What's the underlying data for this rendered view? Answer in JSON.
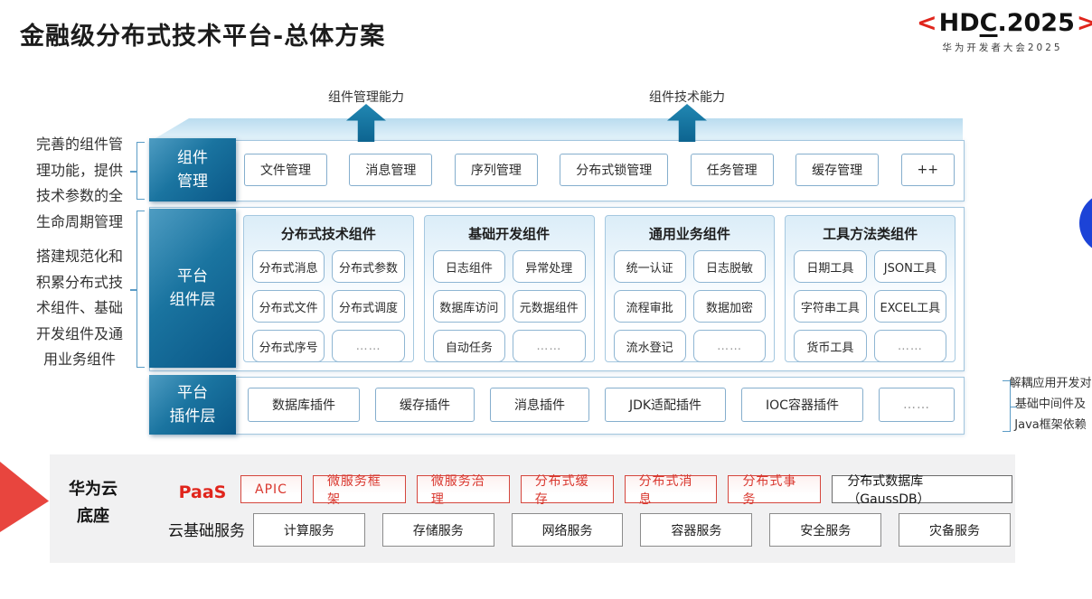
{
  "page": {
    "title": "金融级分布式技术平台-总体方案"
  },
  "logo": {
    "bracket_left": "<",
    "pre": "HD",
    "c": "C",
    "post": ".2025",
    "bracket_right": ">",
    "subtitle": "华为开发者大会2025"
  },
  "annotations": {
    "left_top": "完善的组件管\n理功能，提供\n技术参数的全\n生命周期管理",
    "left_bottom": "搭建规范化和\n积累分布式技\n术组件、基础\n开发组件及通\n用业务组件",
    "right": "解耦应用开发对\n基础中间件及\nJava框架依赖"
  },
  "capability_arrows": [
    {
      "label": "组件管理能力"
    },
    {
      "label": "组件技术能力"
    }
  ],
  "layers": {
    "management": {
      "label": "组件\n管理",
      "items": [
        "文件管理",
        "消息管理",
        "序列管理",
        "分布式锁管理",
        "任务管理",
        "缓存管理",
        "++"
      ]
    },
    "platform_components": {
      "label": "平台\n组件层",
      "groups": [
        {
          "title": "分布式技术组件",
          "items": [
            "分布式消息",
            "分布式参数",
            "分布式文件",
            "分布式调度",
            "分布式序号",
            "……"
          ]
        },
        {
          "title": "基础开发组件",
          "items": [
            "日志组件",
            "异常处理",
            "数据库访问",
            "元数据组件",
            "自动任务",
            "……"
          ]
        },
        {
          "title": "通用业务组件",
          "items": [
            "统一认证",
            "日志脱敏",
            "流程审批",
            "数据加密",
            "流水登记",
            "……"
          ]
        },
        {
          "title": "工具方法类组件",
          "items": [
            "日期工具",
            "JSON工具",
            "字符串工具",
            "EXCEL工具",
            "货币工具",
            "……"
          ]
        }
      ]
    },
    "platform_plugins": {
      "label": "平台\n插件层",
      "items": [
        "数据库插件",
        "缓存插件",
        "消息插件",
        "JDK适配插件",
        "IOC容器插件",
        "……"
      ]
    }
  },
  "foundation": {
    "label": "华为云\n底座",
    "paas": {
      "label": "PaaS",
      "items": [
        "APIC",
        "微服务框架",
        "微服务治理",
        "分布式缓存",
        "分布式消息",
        "分布式事务"
      ],
      "db_item": "分布式数据库（GaussDB）"
    },
    "cloud_services": {
      "label": "云基础服务",
      "items": [
        "计算服务",
        "存储服务",
        "网络服务",
        "容器服务",
        "安全服务",
        "灾备服务"
      ]
    }
  },
  "colors": {
    "layer_label_teal": "#0d5f90",
    "arrow_teal": "#1478a5",
    "accent_red": "#d9372e",
    "circle_blue": "#1c43d7",
    "panel_gray": "#f1f1f2"
  }
}
